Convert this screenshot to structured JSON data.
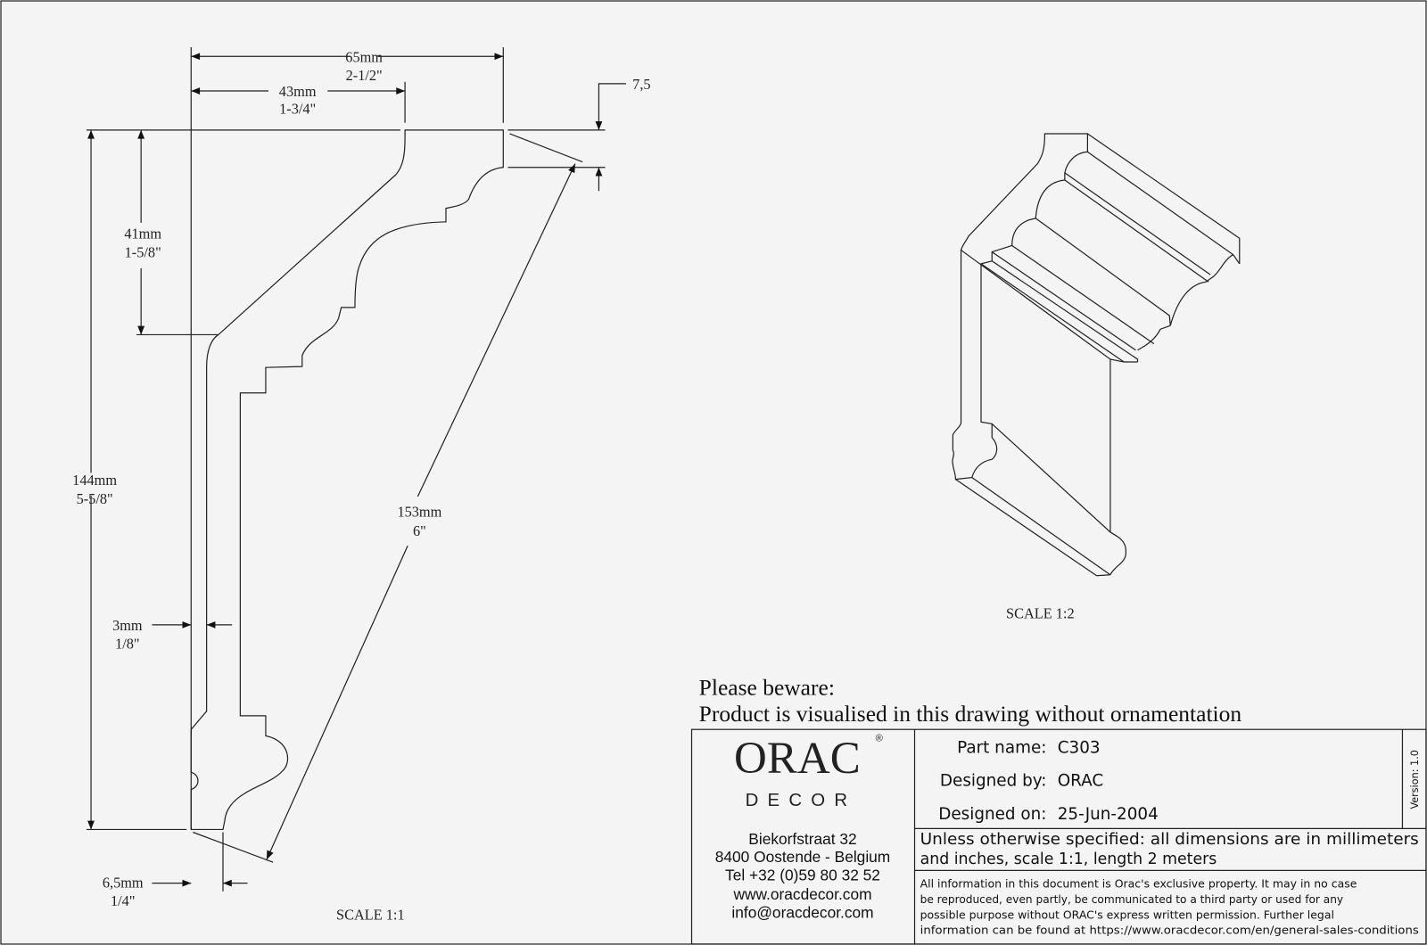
{
  "dimensions": {
    "width_total": {
      "mm": "65mm",
      "in": "2-1/2\""
    },
    "width_top": {
      "mm": "43mm",
      "in": "1-3/4\""
    },
    "offset": {
      "value": "7,5"
    },
    "upper_height": {
      "mm": "41mm",
      "in": "1-5/8\""
    },
    "total_height": {
      "mm": "144mm",
      "in": "5-5/8\""
    },
    "diagonal": {
      "mm": "153mm",
      "in": "6\""
    },
    "wall_thickness": {
      "mm": "3mm",
      "in": "1/8\""
    },
    "bottom_offset": {
      "mm": "6,5mm",
      "in": "1/4\""
    }
  },
  "profile_scale": "SCALE  1:1",
  "iso_scale": "SCALE  1:2",
  "notice": {
    "line1": "Please beware:",
    "line2": "Product is visualised in this drawing without ornamentation"
  },
  "title_block": {
    "logo_main": "ORAC",
    "logo_sub": "DECOR",
    "logo_mark": "®",
    "address": [
      "Biekorfstraat 32",
      "8400 Oostende - Belgium",
      "Tel  +32 (0)59 80 32 52",
      "www.oracdecor.com",
      "info@oracdecor.com"
    ],
    "part_name_label": "Part name:",
    "part_name": "C303",
    "designed_by_label": "Designed by:",
    "designed_by": "ORAC",
    "designed_on_label": "Designed on:",
    "designed_on": "25-Jun-2004",
    "version": "Version: 1.0",
    "spec": [
      "Unless otherwise specified: all dimensions are in millimeters",
      "and inches, scale 1:1, length 2 meters"
    ],
    "legal": [
      "All information in this document is Orac's exclusive property.  It may in no case",
      "be reproduced, even partly, be communicated to a third party or used for any",
      "possible purpose without ORAC's express written permission. Further legal",
      "information can be found at https://www.oracdecor.com/en/general-sales-conditions"
    ]
  }
}
